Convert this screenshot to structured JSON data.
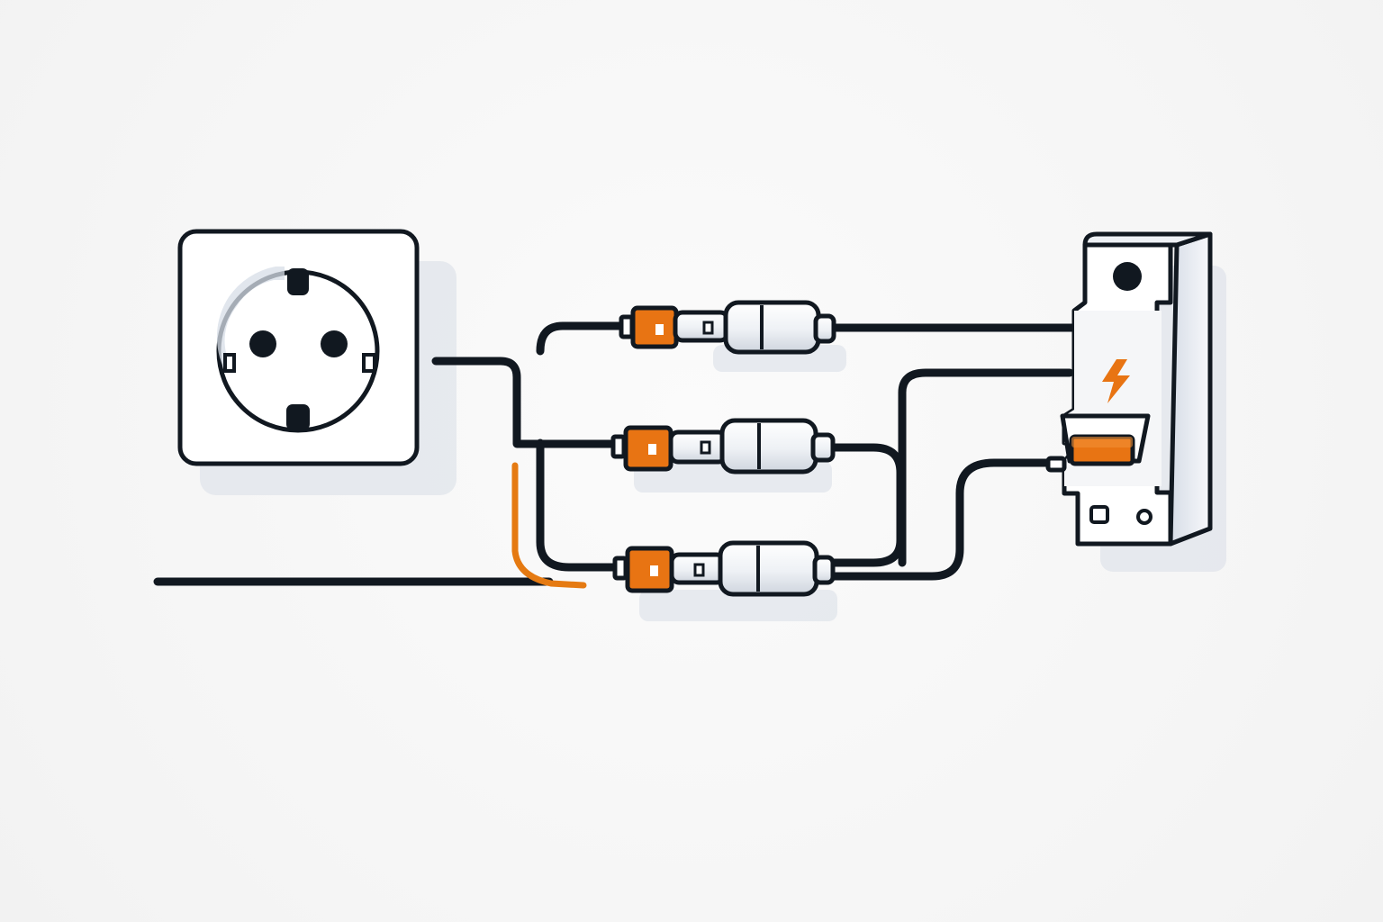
{
  "diagram": {
    "colors": {
      "background": "#f7f7f7",
      "outline": "#111820",
      "accent": "#e57a12",
      "metal": "#d9dee6",
      "shadow": "#dfe3ea",
      "white": "#ffffff"
    },
    "icons": [
      "wall-socket-icon",
      "inline-fuse-icon",
      "circuit-breaker-icon",
      "lightning-bolt-icon"
    ],
    "components": {
      "socket": "wall-socket",
      "fuse_count": 3,
      "breaker": "circuit-breaker",
      "breaker_toggle_state": "on"
    }
  }
}
